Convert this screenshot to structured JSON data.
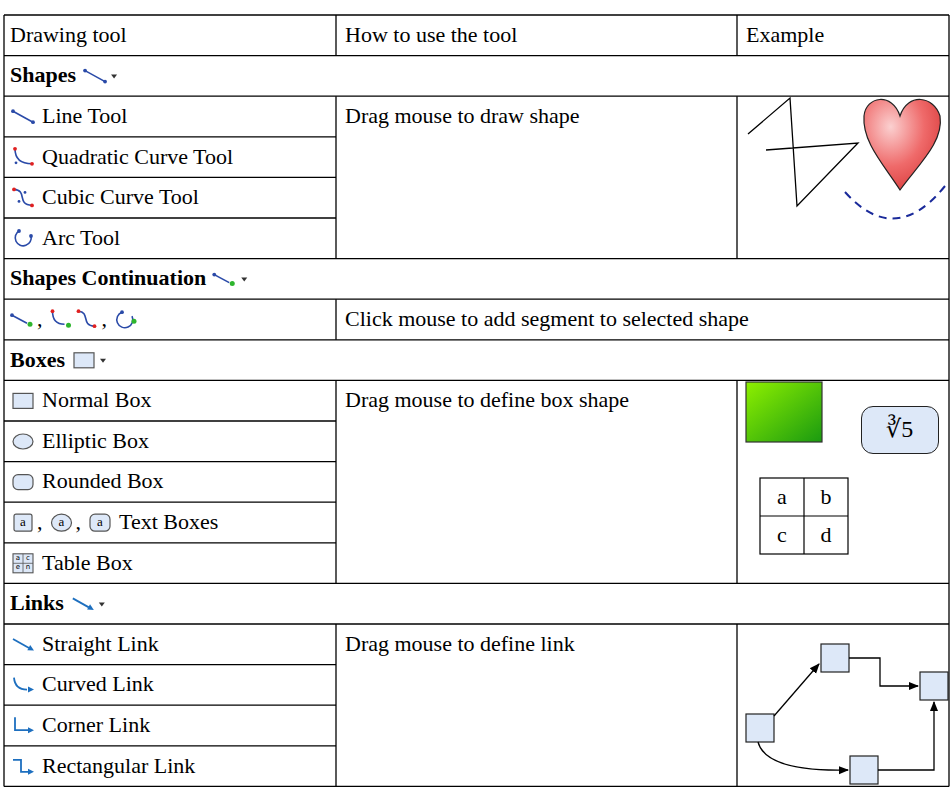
{
  "diagram": {
    "nodes": [
      {
        "text": [
          "∛5"
        ]
      }
    ],
    "labels": [
      "Drawing tool",
      "How to use the tool",
      "Example",
      "Shapes",
      "Line Tool",
      "Quadratic Curve Tool",
      "Cubic Curve Tool",
      "Arc Tool",
      "Drag mouse to draw shape",
      "Shapes Continuation",
      ",",
      ",",
      "Click mouse to add segment to selected shape",
      "Boxes",
      "Normal Box",
      "Elliptic Box",
      "Rounded Box",
      "a",
      "a",
      "a",
      ",",
      ",",
      "Text Boxes",
      "a",
      "c",
      "e",
      "n",
      "Table Box",
      "Drag mouse to define box shape",
      "a",
      "b",
      "c",
      "d",
      "Links",
      "Straight Link",
      "Curved Link",
      "Corner Link",
      "Rectangular Link",
      "Drag mouse to define link"
    ]
  }
}
